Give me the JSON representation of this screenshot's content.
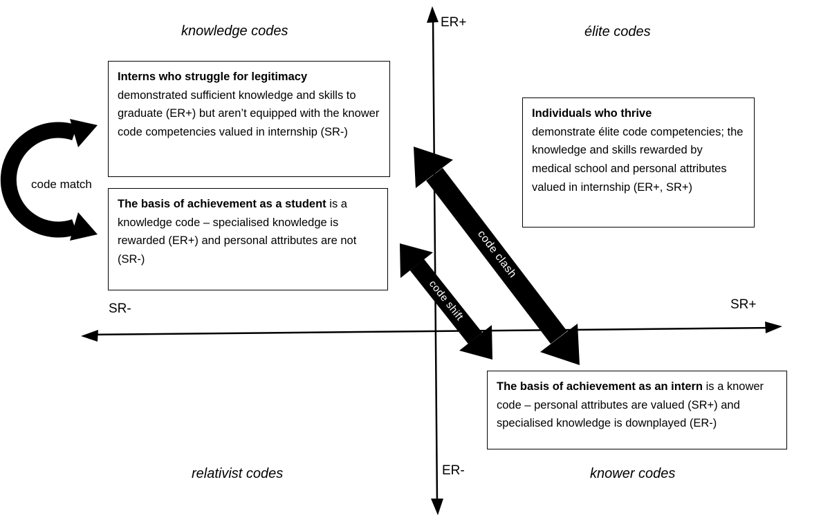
{
  "diagram": {
    "axis_labels": {
      "top": "ER+",
      "bottom": "ER-",
      "left": "SR-",
      "right": "SR+"
    },
    "quadrant_labels": {
      "top_left": "knowledge codes",
      "top_right": "élite codes",
      "bottom_left": "relativist codes",
      "bottom_right": "knower codes"
    },
    "boxes": {
      "struggle": {
        "bold": "Interns who struggle for legitimacy",
        "text": "demonstrated sufficient knowledge and skills to graduate (ER+) but aren’t equipped with the knower code competencies valued in internship (SR-)"
      },
      "student": {
        "bold": "The basis of achievement as a student",
        "text": " is a knowledge code – specialised knowledge is rewarded (ER+) and personal attributes are not (SR-)"
      },
      "thrive": {
        "bold": "Individuals who thrive",
        "text": "demonstrate élite code competencies; the knowledge and skills rewarded by medical school and personal attributes valued in internship (ER+, SR+)"
      },
      "intern": {
        "bold": "The basis of achievement as an intern",
        "text": " is a knower code – personal attributes are valued (SR+) and specialised knowledge is downplayed (ER-)"
      }
    },
    "arrow_labels": {
      "match": "code match",
      "clash": "code clash",
      "shift": "code shift"
    },
    "colors": {
      "ink": "#000000",
      "background": "#ffffff",
      "arrow_text": "#ffffff"
    }
  }
}
